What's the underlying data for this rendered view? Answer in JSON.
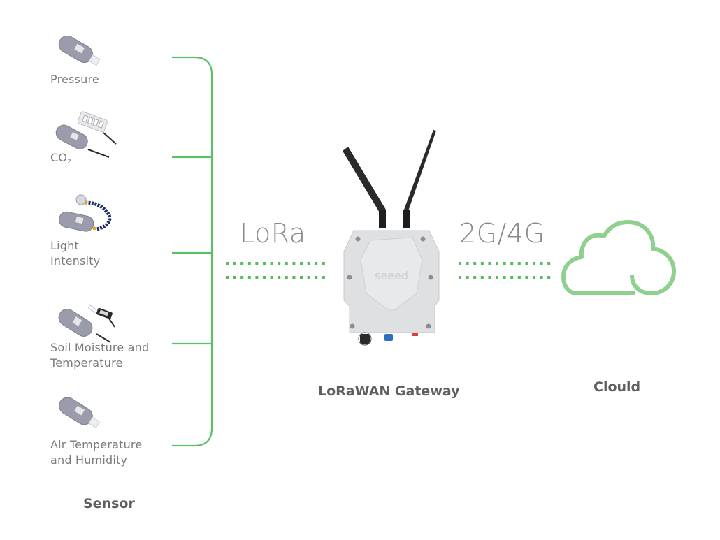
{
  "diagram": {
    "sensors": {
      "title": "Sensor",
      "items": [
        {
          "label_lines": [
            "Pressure"
          ],
          "icon": "pressure-sensor-icon"
        },
        {
          "label_main": "CO",
          "label_sub": "2",
          "icon": "co2-sensor-icon"
        },
        {
          "label_lines": [
            "Light",
            "Intensity"
          ],
          "icon": "light-intensity-sensor-icon"
        },
        {
          "label_lines": [
            "Soil Moisture and",
            "Temperature"
          ],
          "icon": "soil-moisture-sensor-icon"
        },
        {
          "label_lines": [
            "Air Temperature",
            "and Humidity"
          ],
          "icon": "air-temp-humidity-sensor-icon"
        }
      ]
    },
    "links": {
      "sensor_to_gateway": "LoRa",
      "gateway_to_cloud": "2G/4G"
    },
    "gateway": {
      "title": "LoRaWAN Gateway",
      "brand": "seeed"
    },
    "cloud": {
      "title": "Clould"
    },
    "colors": {
      "bracket": "#5cbf68",
      "dots": "#55bb62",
      "cloud": "#8fd08f",
      "text": "#7b7b7b",
      "title": "#5f5f5f"
    }
  }
}
